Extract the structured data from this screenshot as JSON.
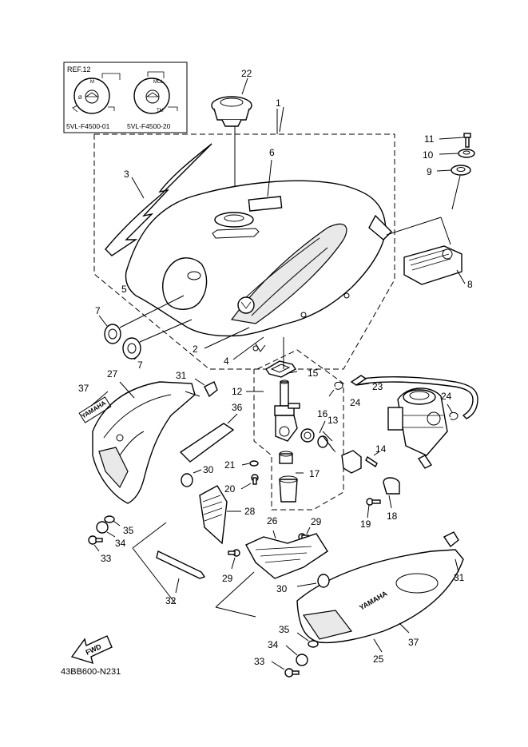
{
  "ref_box": {
    "title": "REF.12",
    "codes": [
      "5VL-F4500-01",
      "5VL-F4500-20"
    ]
  },
  "diagram_code": "43BB600-N231",
  "fwd_label": "FWD",
  "tank_brand": "YAMAHA",
  "part_numbers": [
    "1",
    "2",
    "3",
    "4",
    "5",
    "6",
    "7",
    "7",
    "8",
    "9",
    "10",
    "11",
    "12",
    "13",
    "14",
    "15",
    "16",
    "17",
    "18",
    "19",
    "20",
    "21",
    "22",
    "23",
    "24",
    "24",
    "25",
    "26",
    "27",
    "28",
    "29",
    "29",
    "30",
    "30",
    "31",
    "31",
    "32",
    "33",
    "33",
    "34",
    "34",
    "35",
    "35",
    "36",
    "37",
    "37"
  ]
}
